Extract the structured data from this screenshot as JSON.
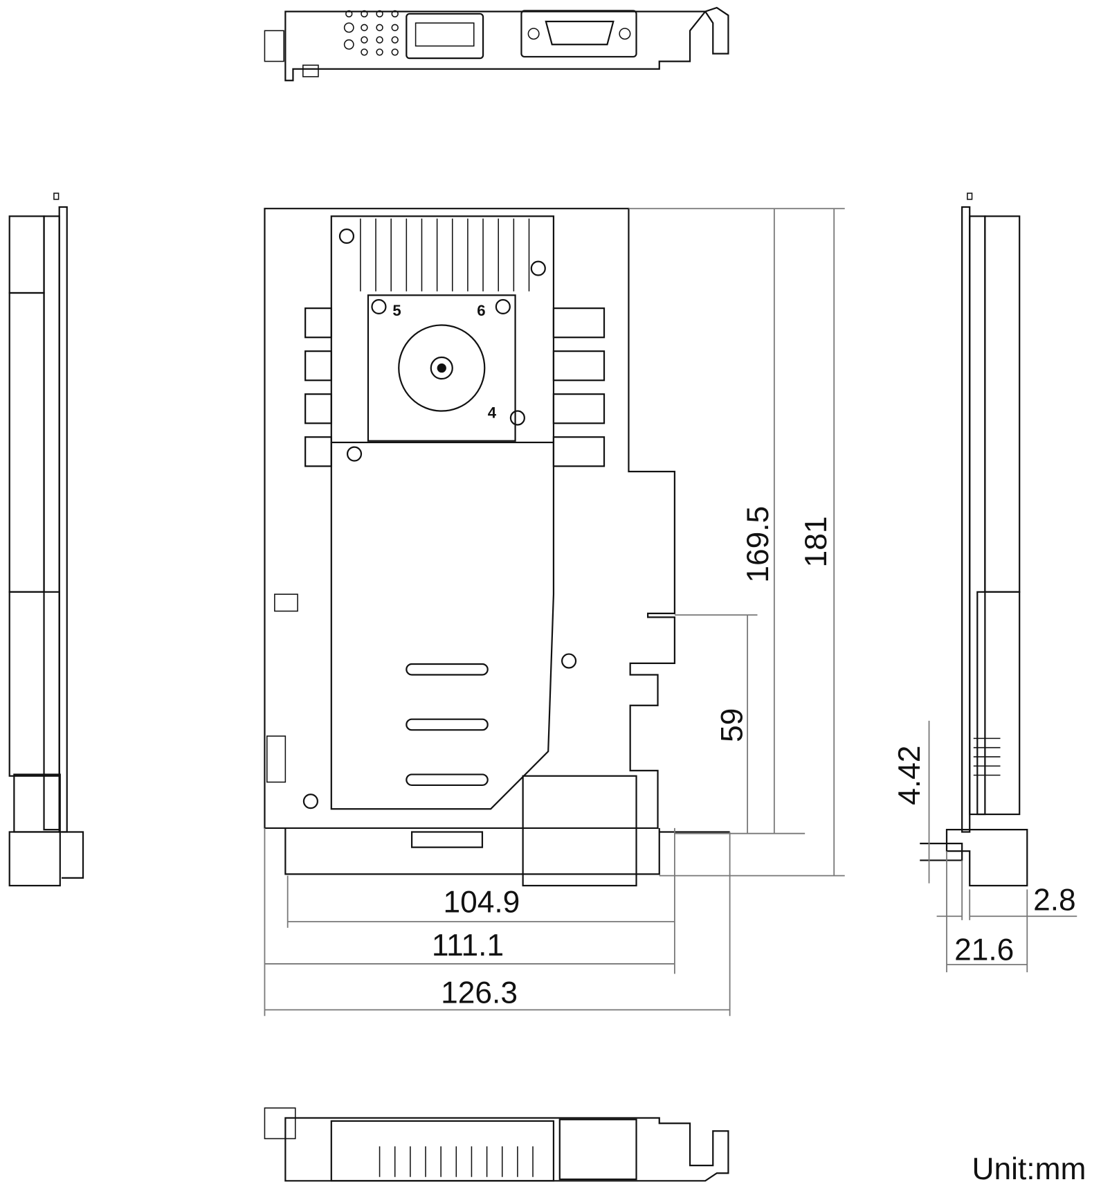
{
  "dimensions": {
    "height_board": "169.5",
    "height_total": "181",
    "slot_depth": "59",
    "width_pcb": "104.9",
    "width_board": "111.1",
    "width_total": "126.3",
    "side_offset": "4.42",
    "side_thickness": "2.8",
    "side_width": "21.6"
  },
  "fan_markers": [
    "5",
    "6",
    "4"
  ],
  "unit_label": "Unit:mm"
}
